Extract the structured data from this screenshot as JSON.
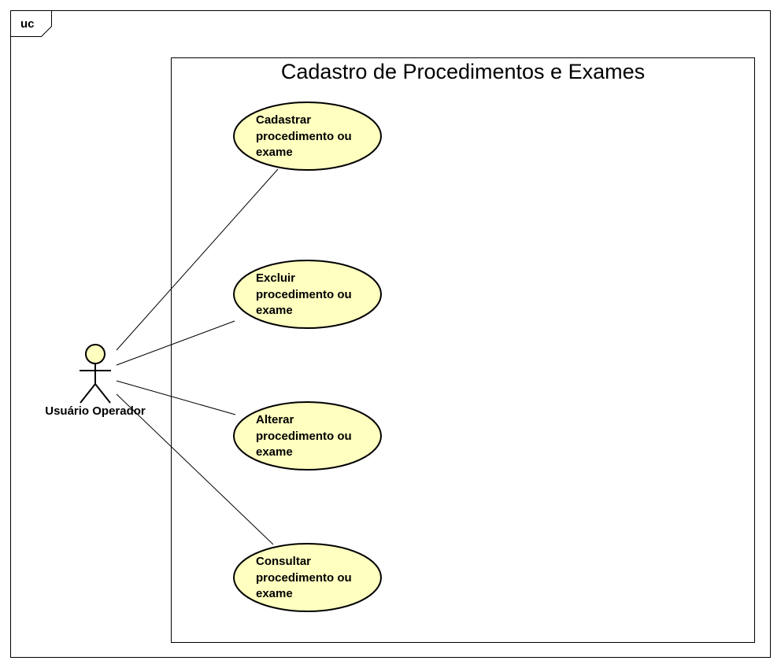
{
  "diagram": {
    "frame_tag": "uc",
    "system_title": "Cadastro de Procedimentos e Exames",
    "actor": {
      "name": "Usuário Operador"
    },
    "use_cases": [
      {
        "lines": [
          "Cadastrar",
          "procedimento ou",
          "exame"
        ]
      },
      {
        "lines": [
          "Excluir",
          "procedimento ou",
          "exame"
        ]
      },
      {
        "lines": [
          "Alterar",
          "procedimento ou",
          "exame"
        ]
      },
      {
        "lines": [
          "Consultar",
          "procedimento ou",
          "exame"
        ]
      }
    ],
    "colors": {
      "use_case_fill": "#FFFFC0",
      "stroke": "#000000",
      "background": "#FFFFFF"
    }
  }
}
